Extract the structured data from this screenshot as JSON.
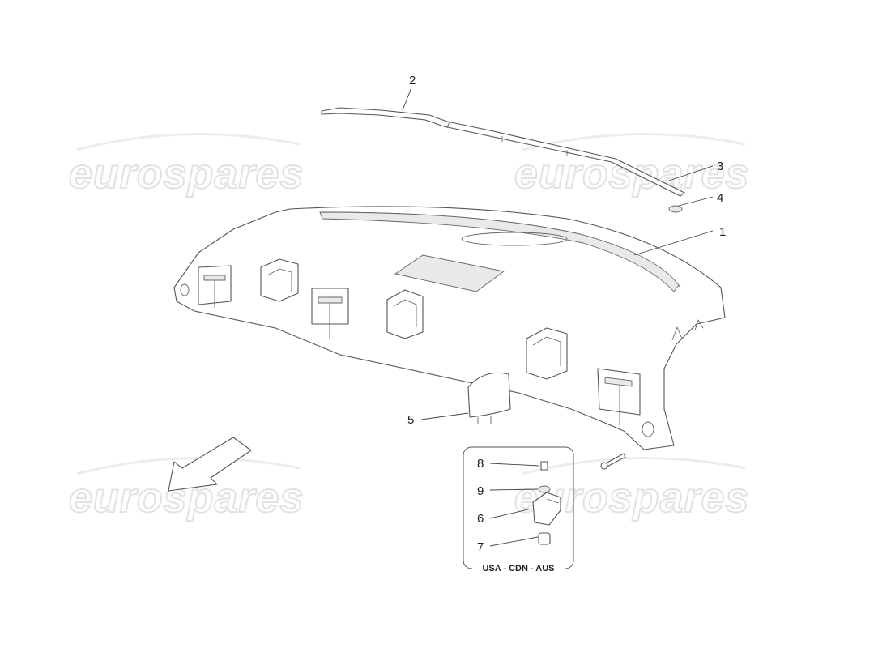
{
  "watermarks": [
    "eurospares",
    "eurospares",
    "eurospares",
    "eurospares"
  ],
  "callouts": [
    "1",
    "2",
    "3",
    "4",
    "5",
    "6",
    "7",
    "8",
    "9"
  ],
  "inset_label": "USA - CDN - AUS"
}
